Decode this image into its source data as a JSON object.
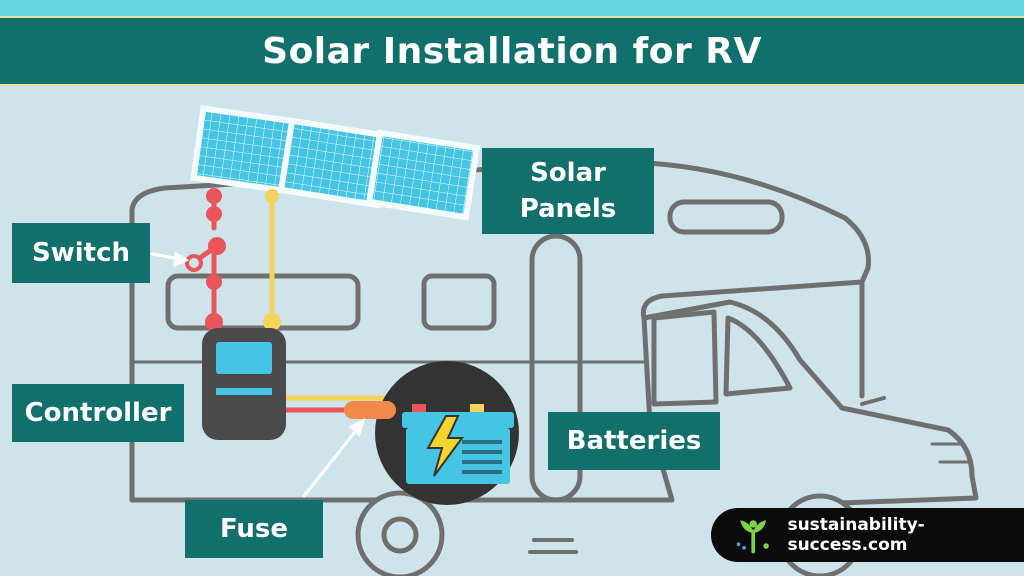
{
  "title": "Solar Installation for RV",
  "labels": {
    "switch": "Switch",
    "solar_line1": "Solar",
    "solar_line2": "Panels",
    "controller": "Controller",
    "batteries": "Batteries",
    "fuse": "Fuse"
  },
  "brand": {
    "text": "sustainability-success.com"
  },
  "colors": {
    "header_teal": "#12706c",
    "top_strip": "#64d6dc",
    "background": "#cfe3ea",
    "outline": "#6f6f6f",
    "positive_wire": "#e8555a",
    "negative_wire": "#f2d45a",
    "panel_blue": "#45c4e4",
    "controller_dark": "#4a4a4a",
    "battery_circle": "#333333",
    "bolt_yellow": "#f4d32c",
    "fuse_orange": "#f08a4b"
  }
}
